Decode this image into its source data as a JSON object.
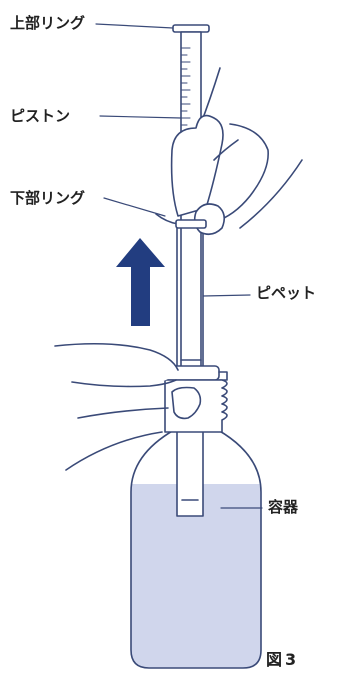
{
  "labels": {
    "top_ring": "上部リング",
    "piston": "ピストン",
    "bottom_ring": "下部リング",
    "pipette": "ピペット",
    "container": "容器"
  },
  "figure": {
    "prefix": "図",
    "number": "3"
  },
  "colors": {
    "stroke": "#3a4a78",
    "liquid": "#d0d6ec",
    "arrow": "#223d80",
    "text": "#222222"
  },
  "icons": {
    "direction": "up-arrow-icon"
  }
}
